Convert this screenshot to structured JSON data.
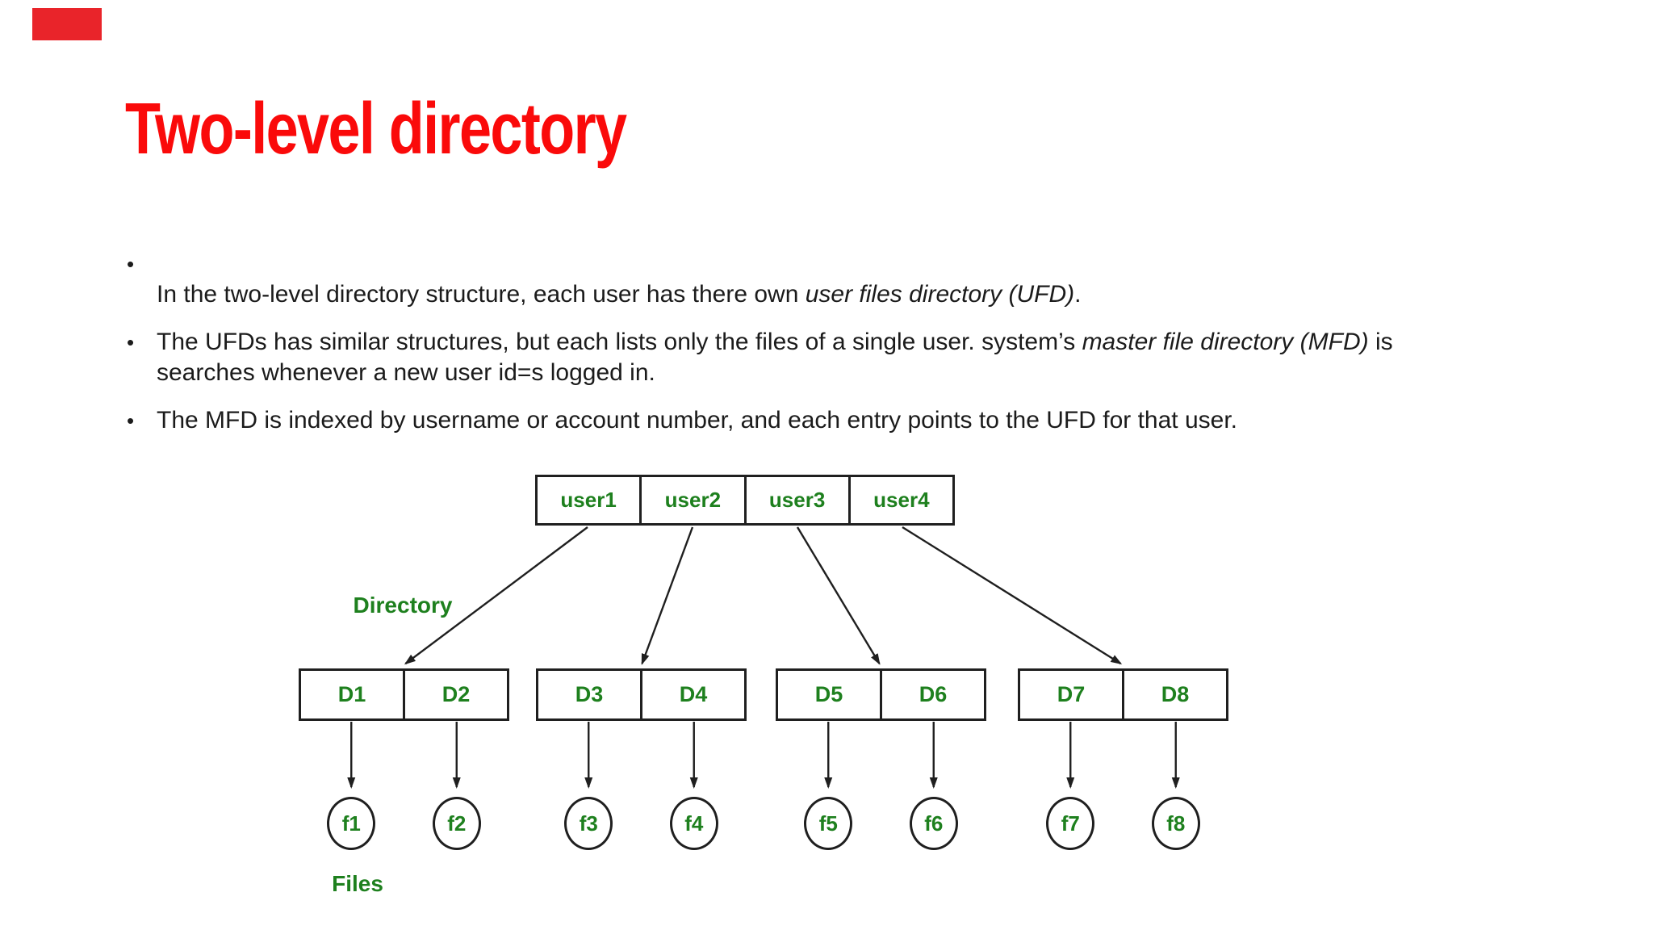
{
  "slide": {
    "title": "Two-level directory",
    "bullets": [
      {
        "marker": "•",
        "text_on_new_line": true,
        "segments": [
          {
            "text": "In the two-level directory structure, each user has there own "
          },
          {
            "text": "user files directory (UFD)",
            "italic": true
          },
          {
            "text": "."
          }
        ]
      },
      {
        "marker": "•",
        "segments": [
          {
            "text": "The UFDs has similar structures, but each lists only the files of a single user. system’s "
          },
          {
            "text": "master file directory (MFD)",
            "italic": true
          },
          {
            "text": " is"
          },
          {
            "break": true
          },
          {
            "text": "searches whenever a new user id=s logged in."
          }
        ]
      },
      {
        "marker": "•",
        "segments": [
          {
            "text": "The MFD is indexed by username or account number, and each entry points to the UFD for that user."
          }
        ]
      }
    ]
  },
  "diagram": {
    "directory_label": "Directory",
    "files_label": "Files",
    "mfd_cells": [
      "user1",
      "user2",
      "user3",
      "user4"
    ],
    "directory_cells": [
      "D1",
      "D2",
      "D3",
      "D4",
      "D5",
      "D6",
      "D7",
      "D8"
    ],
    "file_nodes": [
      "f1",
      "f2",
      "f3",
      "f4",
      "f5",
      "f6",
      "f7",
      "f8"
    ]
  },
  "colors": {
    "title_red": "#fa0a0a",
    "corner_red": "#e9242a",
    "diagram_green": "#1e801e",
    "line_black": "#1f1f1f",
    "body_text": "#1b1b1b"
  }
}
